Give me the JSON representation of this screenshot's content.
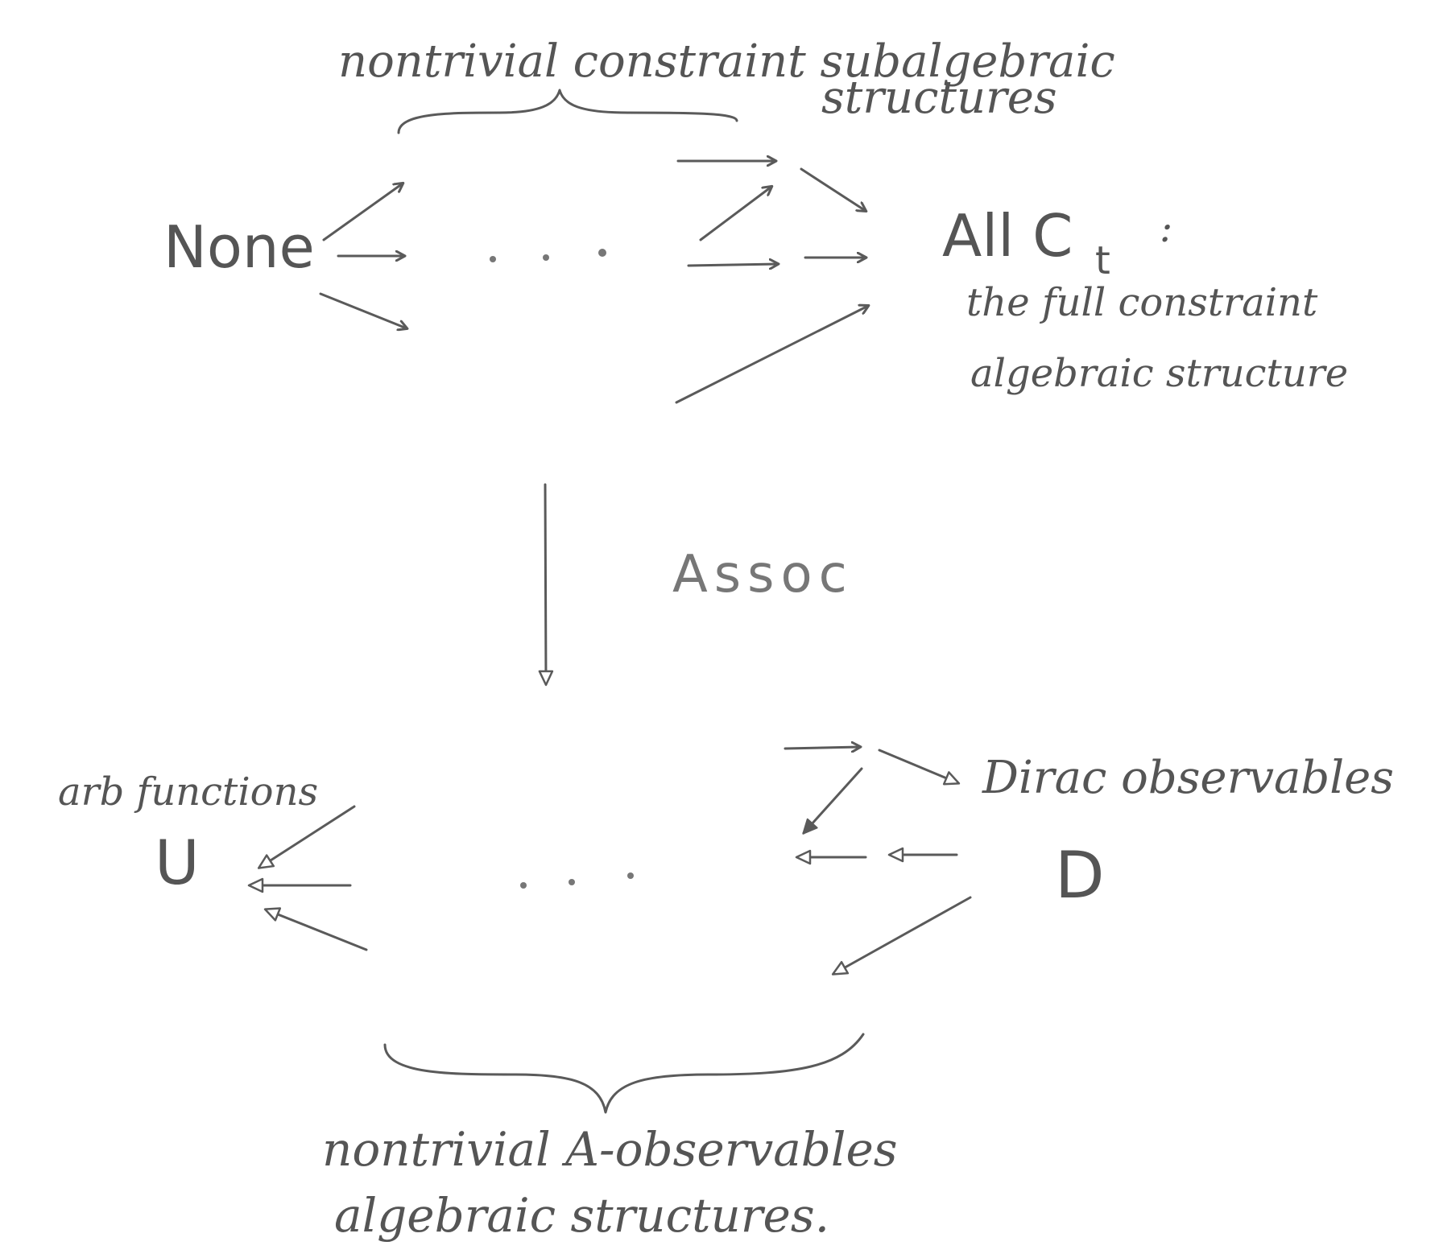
{
  "labels": {
    "none": "None",
    "top_brace_line1": "nontrivial constraint subalgebraic",
    "top_brace_line2": "structures",
    "all_c": "All C",
    "all_c_sub": "t",
    "all_c_colon": ":",
    "full_line1": "the full constraint",
    "full_line2": "algebraic structure",
    "assoc": "Assoc",
    "arb_functions": "arb functions",
    "u": "U",
    "dirac": "Dirac observables",
    "d": "D",
    "bottom_brace_line1": "nontrivial  A-observables",
    "bottom_brace_line2": "algebraic structures."
  },
  "colors": {
    "pencil": "#5a5a5a",
    "faint": "#9a9a9a",
    "background": "#ffffff"
  }
}
